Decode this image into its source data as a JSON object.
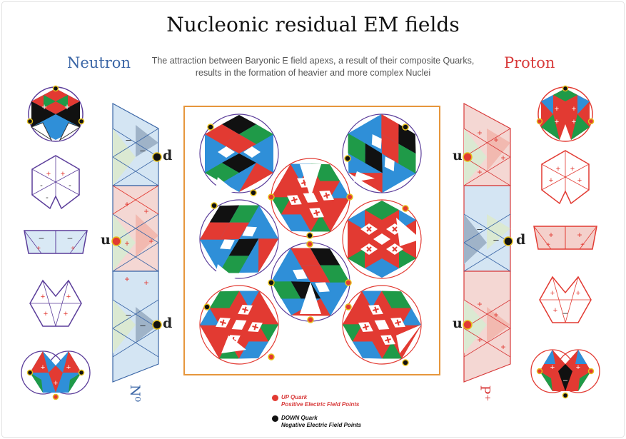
{
  "title": "Nucleonic residual EM fields",
  "subtitle": "The attraction between Baryonic E field apexs, a result of their composite Quarks, results in the formation of heavier and more complex Nuclei",
  "neutron": {
    "label": "Neutron",
    "symbol": "N⁰",
    "quarks": [
      "d",
      "u",
      "d"
    ]
  },
  "proton": {
    "label": "Proton",
    "symbol": "P⁺",
    "quarks": [
      "u",
      "d",
      "u"
    ]
  },
  "legend": {
    "up_title": "UP Quark",
    "up_desc": "Positive Electric Field Points",
    "down_title": "DOWN Quark",
    "down_desc": "Negative Electric Field Points"
  },
  "colors": {
    "neutron_blue": "#3b66a6",
    "proton_red": "#d83a3a",
    "frame_orange": "#e6963c",
    "field_red": "#e23a32",
    "field_green": "#1f9a48",
    "field_blue": "#2f8fd8",
    "field_black": "#111111",
    "outline_purple": "#5b3d9a",
    "up_dot": "#e23a32",
    "down_dot": "#111111"
  }
}
